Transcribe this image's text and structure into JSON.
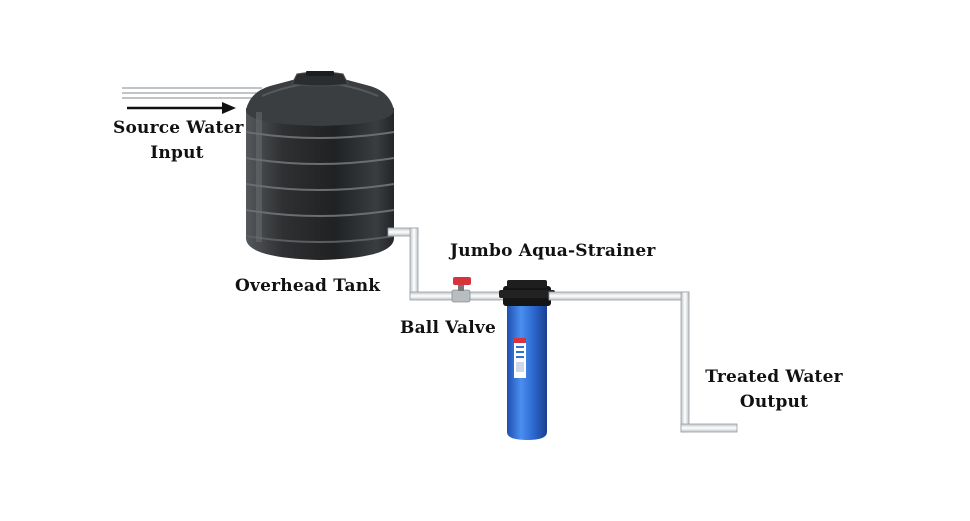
{
  "labels": {
    "source_input_line1": "Source Water",
    "source_input_line2": "Input",
    "overhead_tank": "Overhead Tank",
    "strainer": "Jumbo Aqua-Strainer",
    "ball_valve": "Ball Valve",
    "output_line1": "Treated Water",
    "output_line2": "Output"
  },
  "colors": {
    "tank": "#2b2d2f",
    "pipe": "#e9ecee",
    "pipe_outline": "#9aa0a5",
    "housing_blue": "#2f6fd6",
    "cap": "#151515",
    "valve_handle": "#d8323c"
  },
  "icons": {
    "flow_arrow": "arrow-right-icon",
    "valve": "ball-valve-icon",
    "tank": "water-tank-icon",
    "filter": "filter-housing-icon"
  }
}
